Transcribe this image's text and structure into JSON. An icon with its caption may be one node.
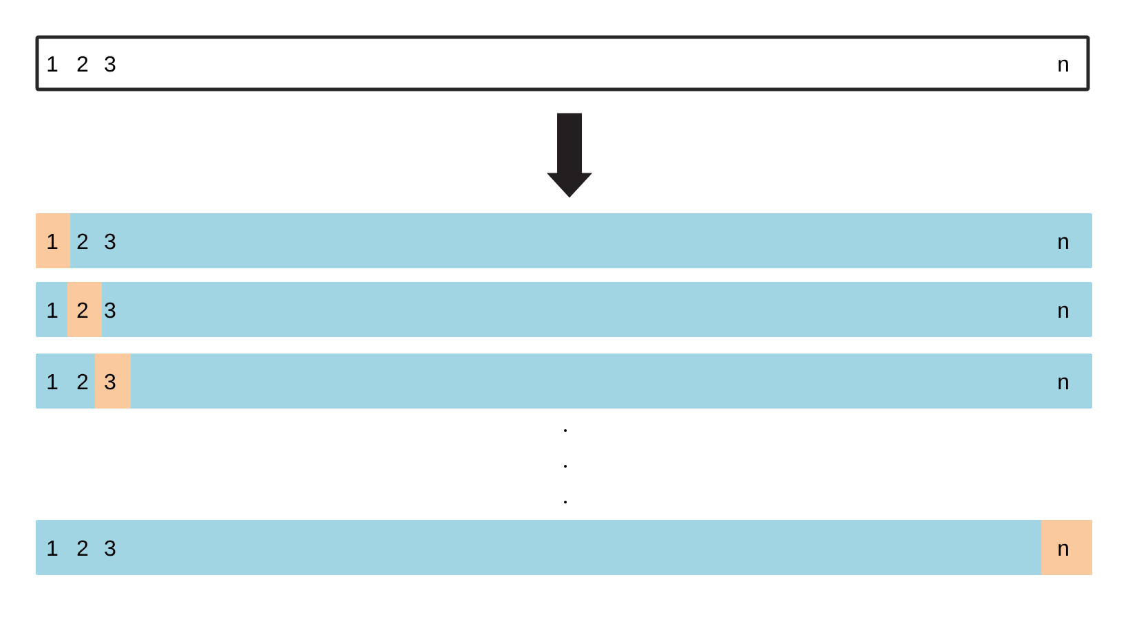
{
  "diagram": {
    "nodes": [
      {
        "text": [
          "1",
          "2",
          "3",
          "n"
        ]
      },
      {
        "text": [
          "2",
          "3",
          "n"
        ]
      },
      {
        "text": [
          "1"
        ],
        "in": 1
      },
      {
        "text": [
          "1",
          "3",
          "n"
        ]
      },
      {
        "text": [
          "2"
        ],
        "in": 3
      },
      {
        "text": [
          "1",
          "2",
          "n"
        ]
      },
      {
        "text": [
          "3"
        ],
        "in": 5
      },
      {
        "text": [
          "1",
          "2",
          "3"
        ]
      },
      {
        "text": [
          "n"
        ],
        "in": 7
      }
    ],
    "edges": [
      {
        "from": 0,
        "to": 1,
        "arrow": "to"
      }
    ]
  }
}
